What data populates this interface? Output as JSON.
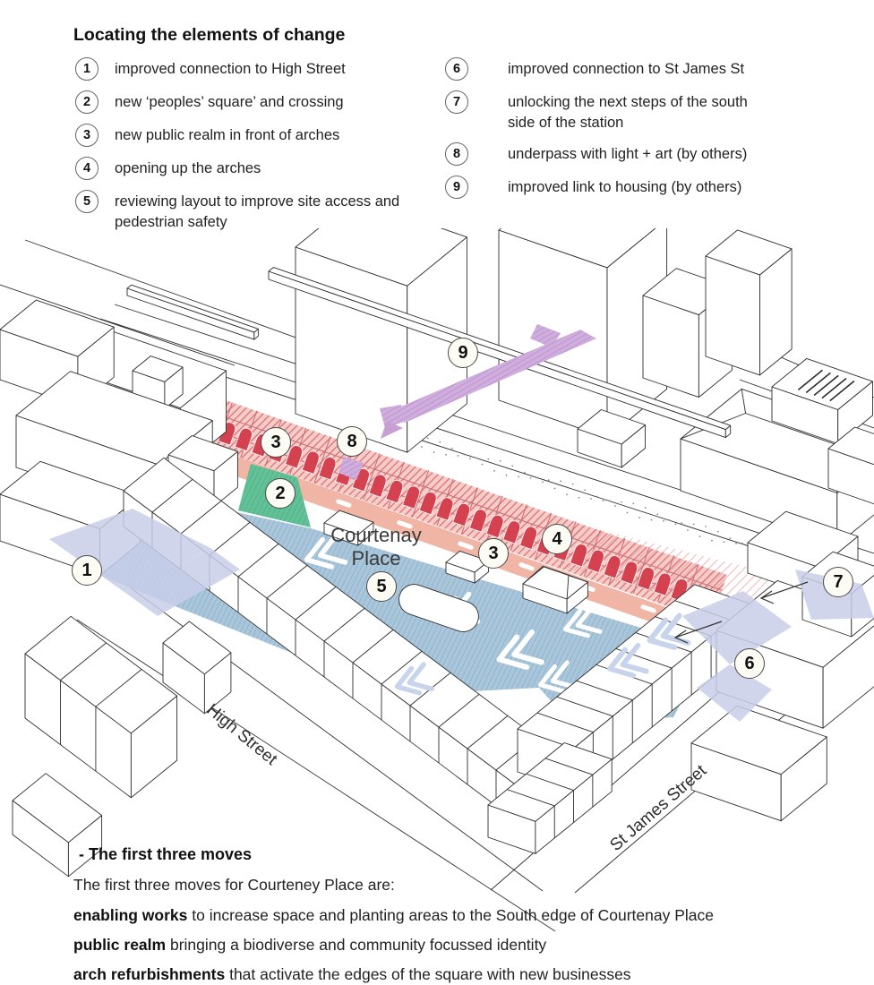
{
  "title": "Locating the elements of change",
  "legend": {
    "left": [
      {
        "num": "1",
        "text": "improved connection to High Street"
      },
      {
        "num": "2",
        "text": "new ‘peoples’ square’ and crossing"
      },
      {
        "num": "3",
        "text": "new public realm in front of arches"
      },
      {
        "num": "4",
        "text": "opening up the arches"
      },
      {
        "num": "5",
        "text": "reviewing layout to improve site access and pedestrian safety"
      }
    ],
    "right": [
      {
        "num": "6",
        "text": "improved connection to St James St"
      },
      {
        "num": "7",
        "text": "unlocking the next steps of the south side of the station"
      },
      {
        "num": "8",
        "text": "underpass with light + art (by others)"
      },
      {
        "num": "9",
        "text": "improved link to housing (by others)"
      }
    ]
  },
  "map": {
    "markers": [
      {
        "label": "1"
      },
      {
        "label": "2"
      },
      {
        "label": "3"
      },
      {
        "label": "8"
      },
      {
        "label": "9"
      },
      {
        "label": "3"
      },
      {
        "label": "4"
      },
      {
        "label": "5"
      },
      {
        "label": "6"
      },
      {
        "label": "7"
      }
    ],
    "labels": {
      "square": "Courtenay\nPlace",
      "high_street": "High Street",
      "st_james": "St James Street"
    }
  },
  "footer": {
    "heading": "- The first three moves",
    "intro": "The first three moves for Courteney Place are:",
    "moves": [
      {
        "bold": "enabling works",
        "rest": " to increase space and planting areas to the South edge of Courtenay Place"
      },
      {
        "bold": "public realm",
        "rest": " bringing a biodiverse and community focussed identity"
      },
      {
        "bold": "arch refurbishments",
        "rest": " that activate the edges of the square with new businesses"
      }
    ]
  },
  "colors": {
    "arch_red": "#d4414f",
    "red_hatch": "#dd6a70",
    "salmon": "#f0b5a5",
    "blue": "#a5c2d8",
    "green": "#5fc095",
    "purple": "#c79fd2",
    "lavender": "#c9cee9",
    "line": "#2e2e2e"
  }
}
